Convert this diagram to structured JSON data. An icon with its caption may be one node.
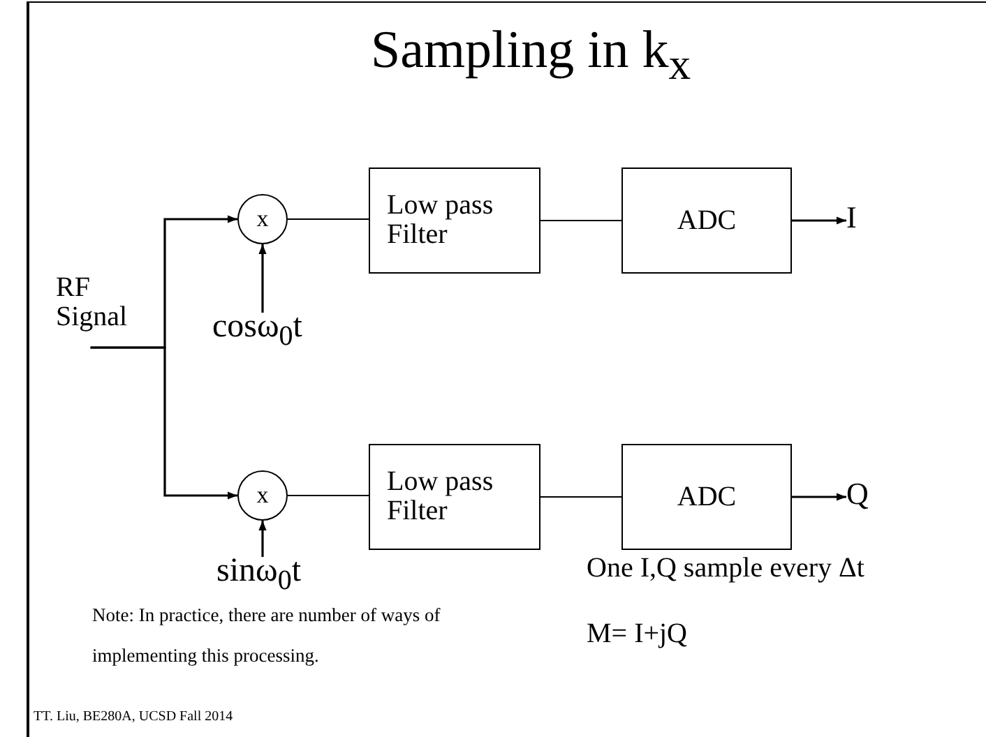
{
  "diagram": {
    "title": "Sampling in k$_{x}$",
    "nodes": [
      {
        "text": [
          "RF Signal"
        ]
      },
      {
        "text": [
          "x"
        ]
      },
      {
        "text": [
          "cosω$_{0}$t"
        ]
      },
      {
        "text": [
          "Low pass Filter"
        ]
      },
      {
        "text": [
          "ADC"
        ]
      },
      {
        "text": [
          "I"
        ]
      },
      {
        "text": [
          "x"
        ]
      },
      {
        "text": [
          "sinω$_{0}$t"
        ]
      },
      {
        "text": [
          "Low pass Filter"
        ]
      },
      {
        "text": [
          "ADC"
        ]
      },
      {
        "text": [
          "Q"
        ]
      }
    ],
    "edges": [
      {
        "from": 0,
        "to": 1,
        "arrow": "to"
      },
      {
        "from": 0,
        "to": 6,
        "arrow": "to"
      },
      {
        "from": 2,
        "to": 1,
        "arrow": "to"
      },
      {
        "from": 1,
        "to": 3,
        "arrow": "none"
      },
      {
        "from": 3,
        "to": 4,
        "arrow": "none"
      },
      {
        "from": 4,
        "to": 5,
        "arrow": "to"
      },
      {
        "from": 7,
        "to": 6,
        "arrow": "to"
      },
      {
        "from": 6,
        "to": 8,
        "arrow": "none"
      },
      {
        "from": 8,
        "to": 9,
        "arrow": "none"
      },
      {
        "from": 9,
        "to": 10,
        "arrow": "to"
      }
    ],
    "labels": [
      "One I,Q sample every Δt",
      "M= I+jQ",
      "Note: In practice, there are number of ways of implementing this processing.",
      "TT. Liu, BE280A, UCSD Fall 2014"
    ]
  }
}
